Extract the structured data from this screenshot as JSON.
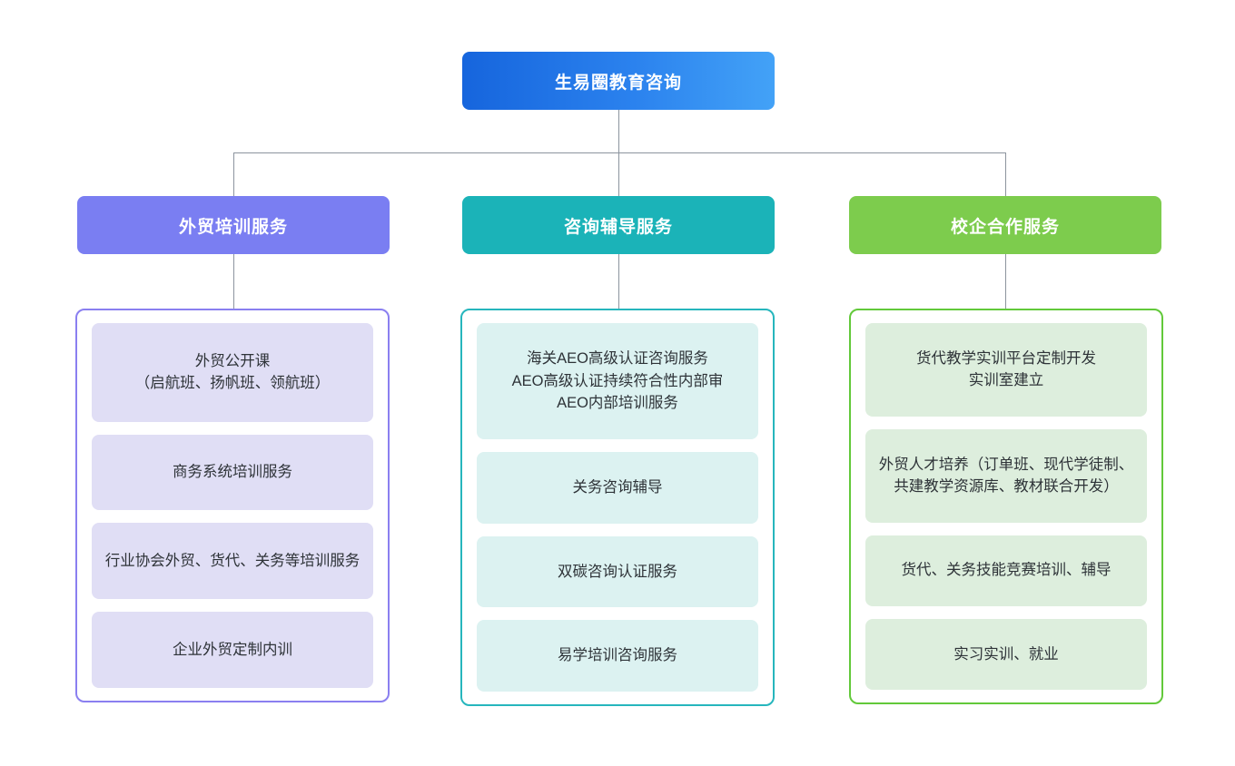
{
  "diagram": {
    "type": "organizational-tree",
    "root": {
      "label": "生易圈教育咨询",
      "color_from": "#1665dd",
      "color_to": "#43a2f7"
    },
    "connector_color": "#8c949e",
    "columns": [
      {
        "id": "foreign-trade-training",
        "header": "外贸培训服务",
        "header_color": "#7a7ef2",
        "border_color": "#8a7ff0",
        "card_color": "#e0def5",
        "items": [
          "外贸公开课\n（启航班、扬帆班、领航班）",
          "商务系统培训服务",
          "行业协会外贸、货代、关务等培训服务",
          "企业外贸定制内训"
        ]
      },
      {
        "id": "consulting-tutoring",
        "header": "咨询辅导服务",
        "header_color": "#1bb3b8",
        "border_color": "#26b6bd",
        "card_color": "#dcf2f1",
        "items": [
          "海关AEO高级认证咨询服务\nAEO高级认证持续符合性内部审\nAEO内部培训服务",
          "关务咨询辅导",
          "双碳咨询认证服务",
          "易学培训咨询服务"
        ]
      },
      {
        "id": "school-enterprise-cooperation",
        "header": "校企合作服务",
        "header_color": "#7dcc4d",
        "border_color": "#62c93a",
        "card_color": "#ddeedd",
        "items": [
          "货代教学实训平台定制开发\n实训室建立",
          "外贸人才培养（订单班、现代学徒制、共建教学资源库、教材联合开发）",
          "货代、关务技能竞赛培训、辅导",
          "实习实训、就业"
        ]
      }
    ]
  }
}
